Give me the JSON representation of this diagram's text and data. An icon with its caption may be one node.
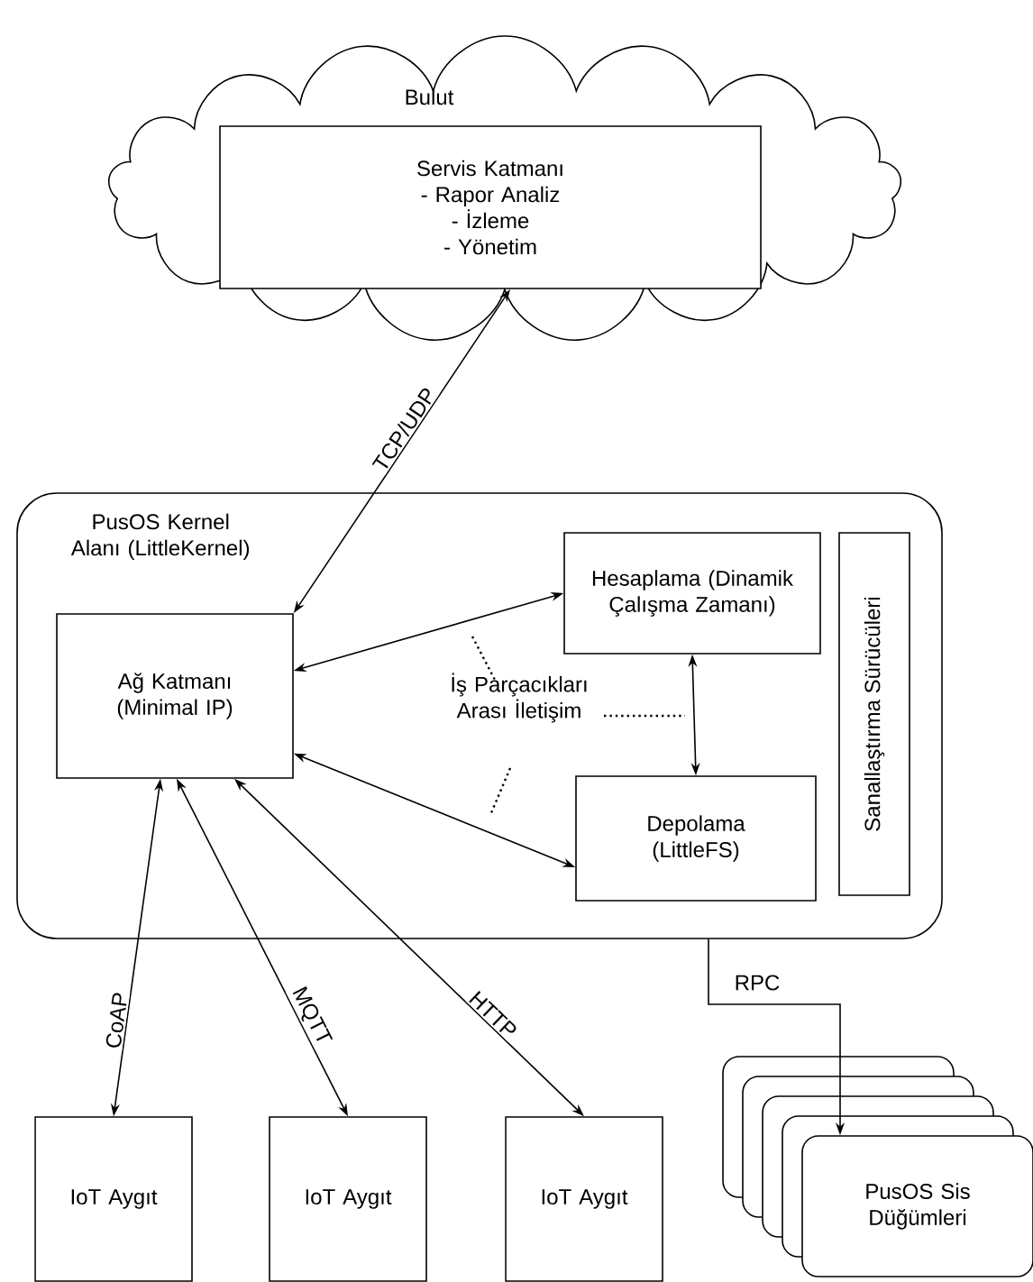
{
  "diagram": {
    "nodes": [
      {
        "text": [
          "Bulut"
        ]
      },
      {
        "text": [
          "Servis Katmanı",
          "- Rapor Analiz",
          "- İzleme",
          "- Yönetim"
        ],
        "in": 0
      },
      {
        "text": [
          "PusOS Kernel Alanı (LittleKernel)"
        ]
      },
      {
        "text": [
          "Ağ Katmanı (Minimal IP)"
        ],
        "in": 2
      },
      {
        "text": [
          "Hesaplama (Dinamik Çalışma Zamanı)"
        ],
        "in": 2
      },
      {
        "text": [
          "Depolama (LittleFS)"
        ],
        "in": 2
      },
      {
        "text": [
          "Sanallaştırma Sürücüleri"
        ],
        "in": 2
      },
      {
        "text": [
          "IoT Aygıt"
        ]
      },
      {
        "text": [
          "IoT Aygıt"
        ]
      },
      {
        "text": [
          "IoT Aygıt"
        ]
      },
      {
        "text": [
          "PusOS Sis Düğümleri"
        ]
      }
    ],
    "edges": [
      {
        "from": 1,
        "to": 3,
        "arrow": "both",
        "label": "TCP/UDP"
      },
      {
        "from": 3,
        "to": 4,
        "arrow": "both"
      },
      {
        "from": 3,
        "to": 5,
        "arrow": "both"
      },
      {
        "from": 4,
        "to": 5,
        "arrow": "both"
      },
      {
        "from": 3,
        "to": 7,
        "arrow": "both",
        "label": "CoAP"
      },
      {
        "from": 3,
        "to": 8,
        "arrow": "both",
        "label": "MQTT"
      },
      {
        "from": 3,
        "to": 9,
        "arrow": "both",
        "label": "HTTP"
      },
      {
        "from": 2,
        "to": 10,
        "arrow": "to",
        "label": "RPC"
      }
    ],
    "labels": [
      "İş Parçacıkları Arası İletişim"
    ]
  }
}
